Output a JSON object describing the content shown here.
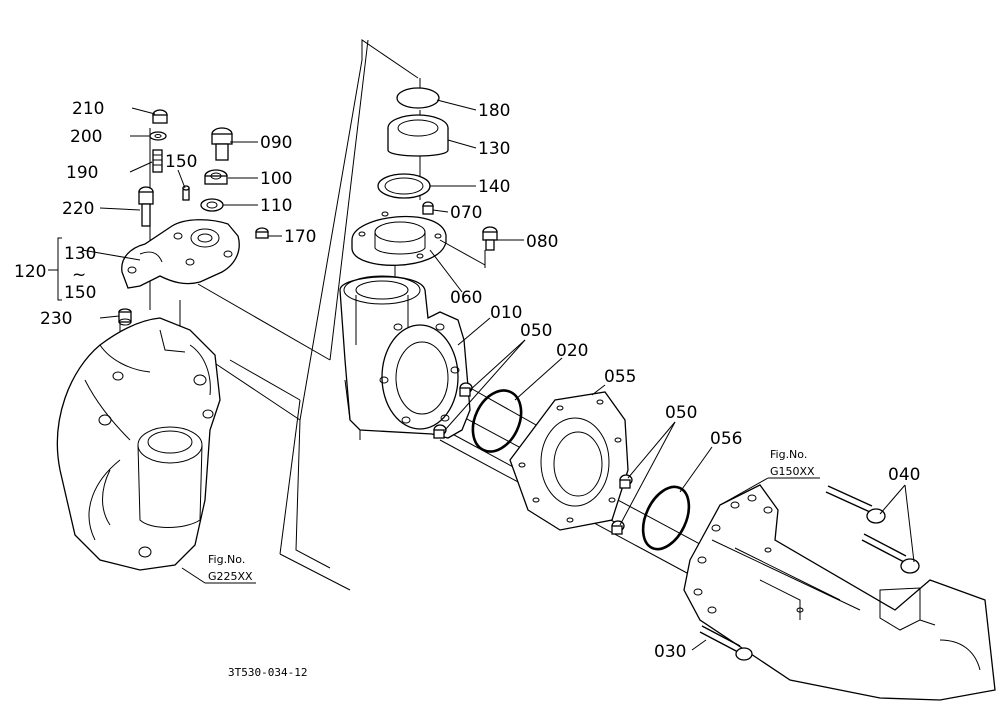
{
  "callouts": [
    {
      "id": "210",
      "text": "210"
    },
    {
      "id": "200",
      "text": "200"
    },
    {
      "id": "190",
      "text": "190"
    },
    {
      "id": "150a",
      "text": "150"
    },
    {
      "id": "220",
      "text": "220"
    },
    {
      "id": "090",
      "text": "090"
    },
    {
      "id": "100",
      "text": "100"
    },
    {
      "id": "110",
      "text": "110"
    },
    {
      "id": "170",
      "text": "170"
    },
    {
      "id": "120",
      "text": "120"
    },
    {
      "id": "130a",
      "text": "130"
    },
    {
      "id": "tilde",
      "text": "~"
    },
    {
      "id": "150b",
      "text": "150"
    },
    {
      "id": "230",
      "text": "230"
    },
    {
      "id": "180",
      "text": "180"
    },
    {
      "id": "130b",
      "text": "130"
    },
    {
      "id": "140",
      "text": "140"
    },
    {
      "id": "070",
      "text": "070"
    },
    {
      "id": "080",
      "text": "080"
    },
    {
      "id": "060",
      "text": "060"
    },
    {
      "id": "010",
      "text": "010"
    },
    {
      "id": "050a",
      "text": "050"
    },
    {
      "id": "020",
      "text": "020"
    },
    {
      "id": "055",
      "text": "055"
    },
    {
      "id": "050b",
      "text": "050"
    },
    {
      "id": "056",
      "text": "056"
    },
    {
      "id": "040",
      "text": "040"
    },
    {
      "id": "030",
      "text": "030"
    }
  ],
  "figure_refs": [
    {
      "id": "g225",
      "line1": "Fig.No.",
      "line2": "G225XX"
    },
    {
      "id": "g150",
      "line1": "Fig.No.",
      "line2": "G150XX"
    }
  ],
  "drawing_code": "3T530-034-12"
}
